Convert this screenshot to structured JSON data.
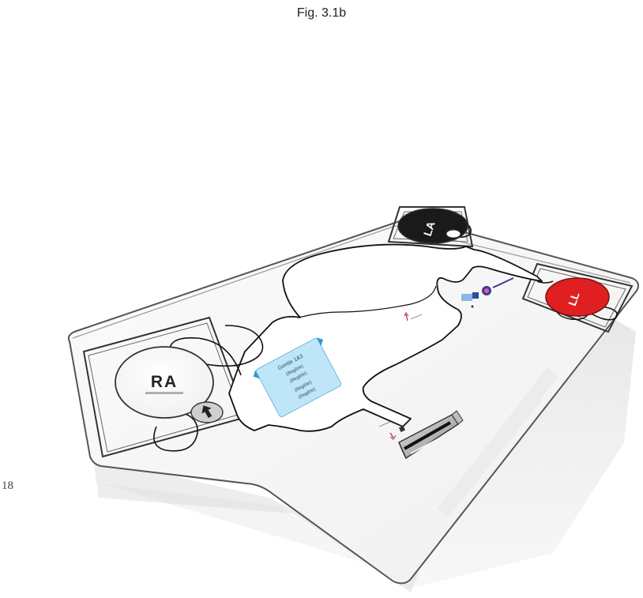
{
  "figure": {
    "title": "Fig. 3.1b",
    "page_number": "18"
  },
  "electrodes": {
    "ra": {
      "label": "RA",
      "color": "#ffffff"
    },
    "la": {
      "label": "LA",
      "color": "#1a1a1a"
    },
    "ll": {
      "label": "LL",
      "color": "#e02020"
    }
  },
  "instruction_card": {
    "lines": [
      "Gentle 1&3",
      "(illegible)",
      "(illegible)",
      "(illegible)",
      "(illegible)"
    ]
  },
  "icons": {
    "arrow": "up-arrow-icon",
    "connector": "cable-connector-icon"
  }
}
